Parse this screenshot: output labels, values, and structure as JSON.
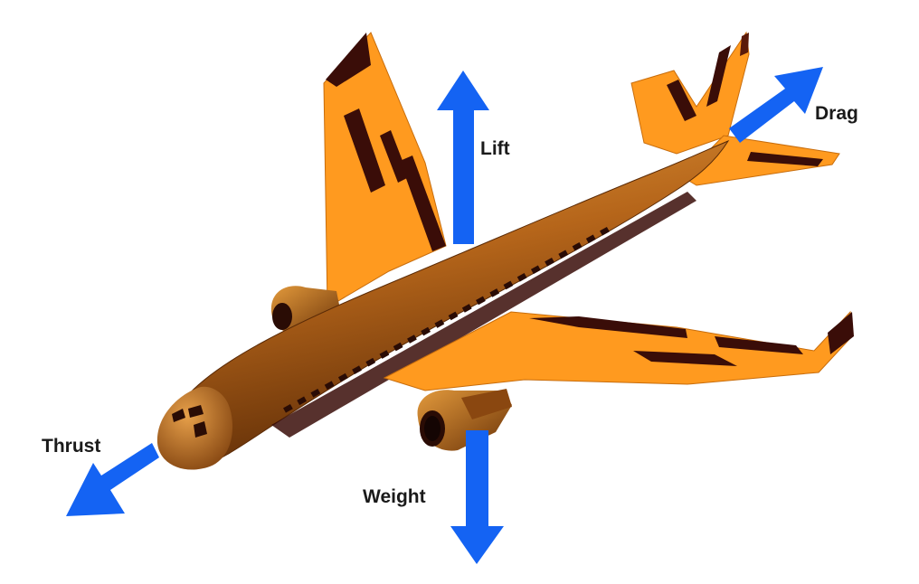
{
  "diagram": {
    "forces": {
      "lift": {
        "label": "Lift"
      },
      "drag": {
        "label": "Drag"
      },
      "thrust": {
        "label": "Thrust"
      },
      "weight": {
        "label": "Weight"
      }
    },
    "colors": {
      "background": "#ffffff",
      "arrow": "#1463f3",
      "fuselage_dark": "#5a2a06",
      "fuselage_mid": "#a65a12",
      "fuselage_light": "#d98a2e",
      "wing": "#ff9a1f",
      "trim": "#3a0d08",
      "label": "#1a1a1a"
    }
  }
}
